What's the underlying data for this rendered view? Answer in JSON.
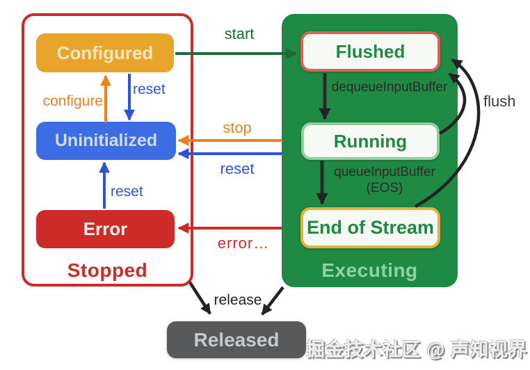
{
  "diagram": {
    "groups": {
      "stopped": {
        "label": "Stopped",
        "accent": "#ce2b27",
        "states": {
          "configured": {
            "label": "Configured",
            "bg": "#e9a42c",
            "fg": "#f8e7bf"
          },
          "uninitialized": {
            "label": "Uninitialized",
            "bg": "#3d6de3",
            "fg": "#cfdbf8"
          },
          "error": {
            "label": "Error",
            "bg": "#cd2b27",
            "fg": "#fdf3f1"
          }
        }
      },
      "executing": {
        "label": "Executing",
        "bg": "#1f8a44",
        "label_color": "#8fd2a5",
        "state_fill": "#f7f9f5",
        "state_text": "#1e8a44",
        "states": {
          "flushed": {
            "label": "Flushed",
            "border": "#dc6156"
          },
          "running": {
            "label": "Running",
            "border": "#90cd9f"
          },
          "end_of_stream": {
            "label": "End of Stream",
            "border": "#e2b33c"
          }
        }
      }
    },
    "released": {
      "label": "Released",
      "bg": "#58595b",
      "fg": "#c7c8ca"
    },
    "transitions": {
      "start": {
        "label": "start",
        "color": "#1a6b35"
      },
      "configure": {
        "label": "configure",
        "color": "#e8821c"
      },
      "reset_top": {
        "label": "reset",
        "color": "#2e53d8"
      },
      "stop": {
        "label": "stop",
        "color": "#e8821c"
      },
      "reset_mid": {
        "label": "reset",
        "color": "#2e53d8"
      },
      "reset_bottom": {
        "label": "reset",
        "color": "#2e53d8"
      },
      "error": {
        "label": "error…",
        "color": "#ce2b27"
      },
      "dequeue_input_buffer": {
        "label": "dequeueInputBuffer",
        "color": "#2a2a2a"
      },
      "queue_input_buffer": {
        "label": "queueInputBuffer",
        "label2": "(EOS)",
        "color": "#2a2a2a"
      },
      "flush": {
        "label": "flush",
        "color": "#3a3a3a"
      },
      "release": {
        "label": "release",
        "color": "#222222"
      }
    },
    "watermark": "掘金技术社区 @ 声知视界"
  }
}
